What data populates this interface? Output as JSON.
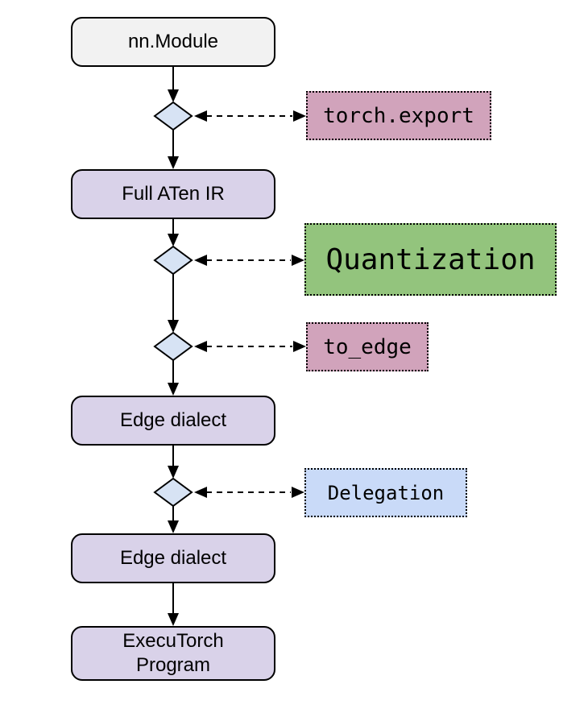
{
  "colors": {
    "background": "#ffffff",
    "border": "#000000",
    "start_box_fill": "#f2f2f2",
    "process_box_fill": "#d9d2e9",
    "diamond_fill": "#d7e3f4",
    "pink_box_fill": "#d1a3bb",
    "green_box_fill": "#93c47d",
    "blue_box_fill": "#c9daf8"
  },
  "flow_nodes": [
    {
      "label": "nn.Module"
    },
    {
      "label": "Full ATen IR"
    },
    {
      "label": "Edge dialect"
    },
    {
      "label": "Edge dialect"
    },
    {
      "label": "ExecuTorch\nProgram"
    }
  ],
  "side_nodes": [
    {
      "label": "torch.export"
    },
    {
      "label": "Quantization"
    },
    {
      "label": "to_edge"
    },
    {
      "label": "Delegation"
    }
  ]
}
